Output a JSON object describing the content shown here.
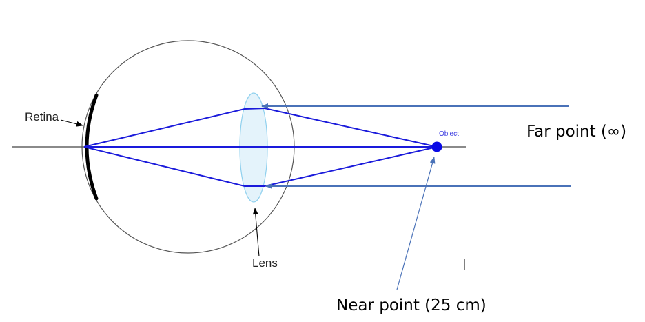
{
  "labels": {
    "retina": "Retina",
    "lens": "Lens",
    "object": "Object",
    "far_point": "Far point (∞)",
    "near_point": "Near point (25 cm)"
  },
  "colors": {
    "ray": "#1a1adb",
    "parallel_ray": "#4a72b8",
    "lens_fill": "#e4f3fb",
    "lens_stroke": "#8fd0ee",
    "eyeball": "#555555",
    "axis": "#444444",
    "retina": "#000000",
    "pointer": "#4a72b8"
  }
}
